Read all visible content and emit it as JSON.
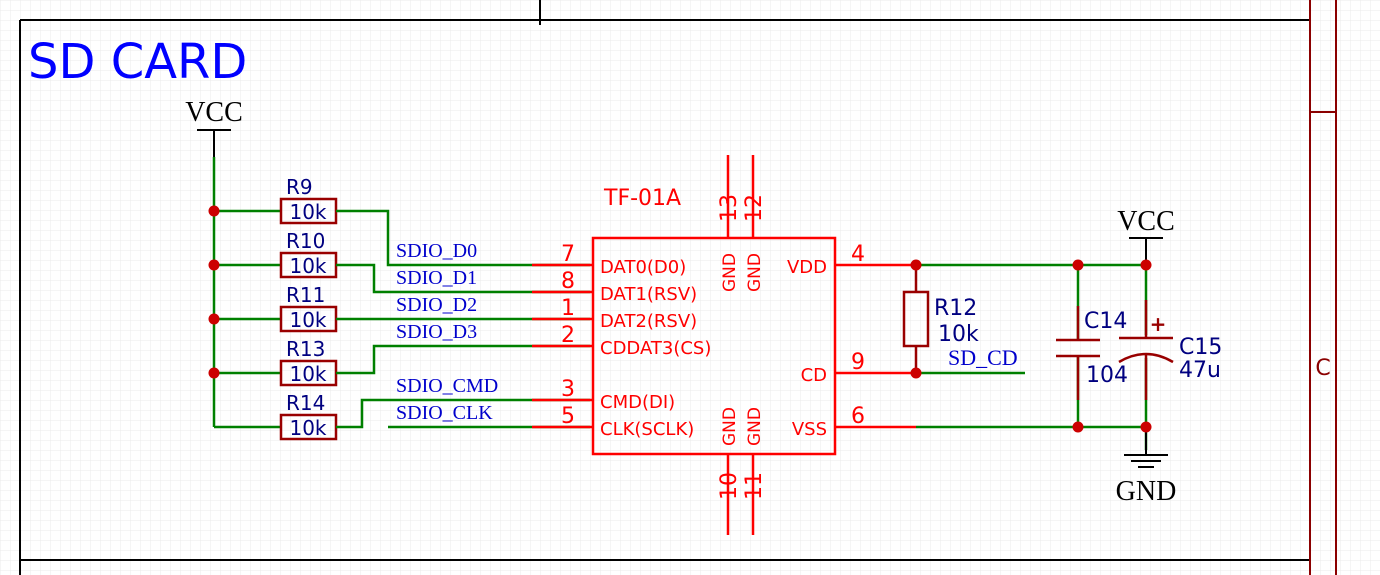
{
  "title": "SD CARD",
  "frame": {
    "zone_label": "C"
  },
  "power": {
    "vcc_left": "VCC",
    "vcc_right": "VCC",
    "gnd": "GND"
  },
  "resistors": [
    {
      "ref": "R9",
      "value": "10k"
    },
    {
      "ref": "R10",
      "value": "10k"
    },
    {
      "ref": "R11",
      "value": "10k"
    },
    {
      "ref": "R13",
      "value": "10k"
    },
    {
      "ref": "R14",
      "value": "10k"
    }
  ],
  "nets": [
    "SDIO_D0",
    "SDIO_D1",
    "SDIO_D2",
    "SDIO_D3",
    "SDIO_CMD",
    "SDIO_CLK",
    "SD_CD"
  ],
  "chip": {
    "ref": "TF-01A",
    "left_pins": [
      {
        "num": "7",
        "name": "DAT0(D0)"
      },
      {
        "num": "8",
        "name": "DAT1(RSV)"
      },
      {
        "num": "1",
        "name": "DAT2(RSV)"
      },
      {
        "num": "2",
        "name": "CDDAT3(CS)"
      },
      {
        "num": "3",
        "name": "CMD(DI)"
      },
      {
        "num": "5",
        "name": "CLK(SCLK)"
      }
    ],
    "right_pins": [
      {
        "num": "4",
        "name": "VDD"
      },
      {
        "num": "9",
        "name": "CD"
      },
      {
        "num": "6",
        "name": "VSS"
      }
    ],
    "top_pins": [
      {
        "num": "13",
        "name": "GND"
      },
      {
        "num": "12",
        "name": "GND"
      }
    ],
    "bottom_pins": [
      {
        "num": "10",
        "name": "GND"
      },
      {
        "num": "11",
        "name": "GND"
      }
    ]
  },
  "r12": {
    "ref": "R12",
    "value": "10k"
  },
  "c14": {
    "ref": "C14",
    "value": "104"
  },
  "c15": {
    "ref": "C15",
    "value": "47u",
    "polarity": "+"
  },
  "colors": {
    "wire": "#008000",
    "part": "#ff0000",
    "body": "#990000",
    "ref": "#000080",
    "net": "#0000cc",
    "title": "#0000ff",
    "frame": "#8b0000"
  }
}
